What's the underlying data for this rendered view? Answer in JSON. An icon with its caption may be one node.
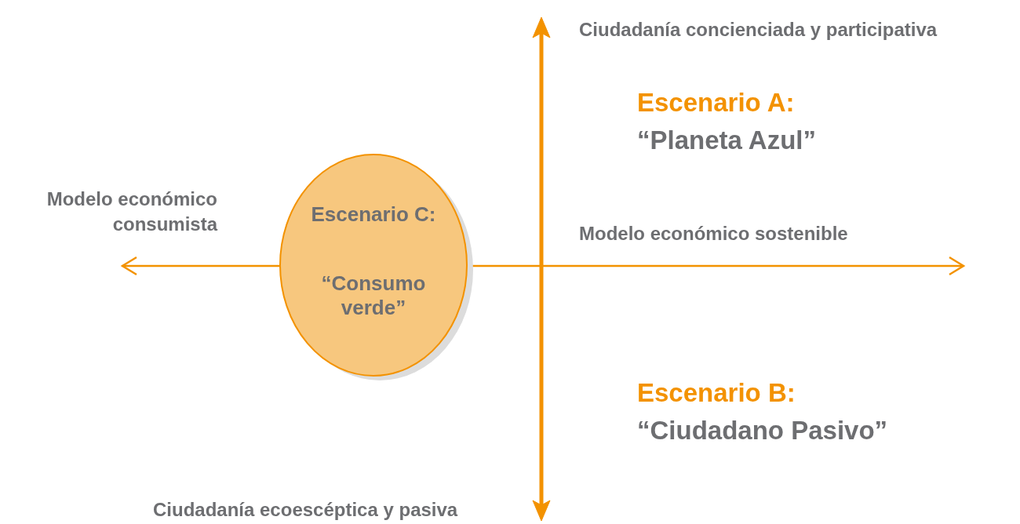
{
  "diagram": {
    "nodes": [
      {
        "text": [
          "Escenario C:",
          "“Consumo verde”"
        ]
      }
    ],
    "labels": [
      "Ciudadanía concienciada y participativa",
      "Escenario A:",
      "“Planeta Azul”",
      "Modelo económico consumista",
      "Modelo económico sostenible",
      "Ciudadanía ecoescéptica y pasiva",
      "Escenario B:",
      "“Ciudadano Pasivo”"
    ]
  }
}
